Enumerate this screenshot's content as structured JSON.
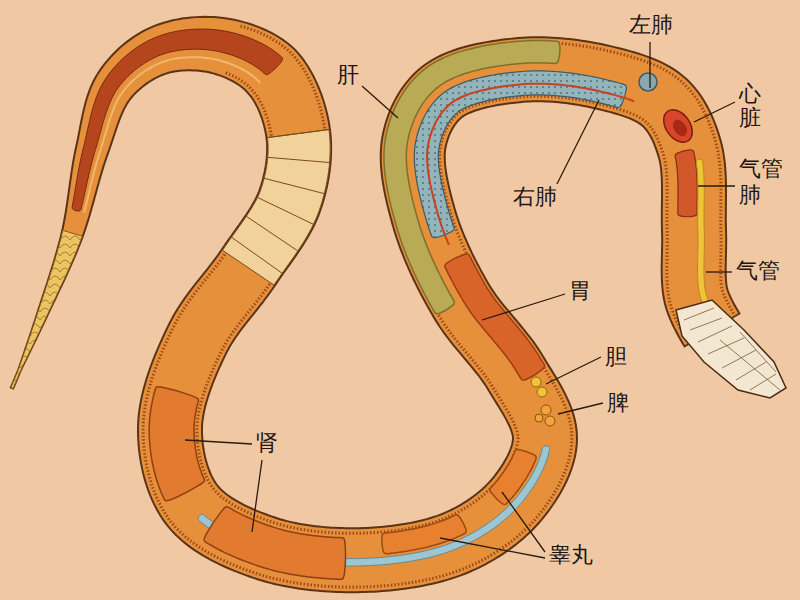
{
  "diagram": {
    "labels": [
      "左肺",
      "肝",
      "心脏",
      "右肺",
      "气管 肺",
      "气管",
      "胃",
      "胆",
      "脾",
      "肾",
      "睾丸"
    ]
  }
}
